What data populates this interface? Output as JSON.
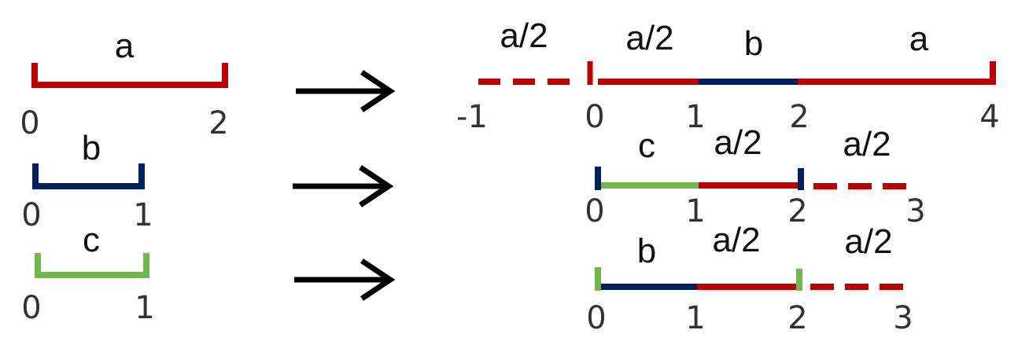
{
  "colors": {
    "a": "#c00000",
    "b": "#002060",
    "c": "#70b84a",
    "arrow": "#000000"
  },
  "left": {
    "a": {
      "label": "a",
      "ticks": [
        "0",
        "2"
      ]
    },
    "b": {
      "label": "b",
      "ticks": [
        "0",
        "1"
      ]
    },
    "c": {
      "label": "c",
      "ticks": [
        "0",
        "1"
      ]
    }
  },
  "right": {
    "row1": {
      "labels": [
        "a/2",
        "a/2",
        "b",
        "a"
      ],
      "ticks": [
        "-1",
        "0",
        "1",
        "2",
        "4"
      ]
    },
    "row2": {
      "labels": [
        "c",
        "a/2",
        "a/2"
      ],
      "ticks": [
        "0",
        "1",
        "2",
        "3"
      ]
    },
    "row3": {
      "labels": [
        "b",
        "a/2",
        "a/2"
      ],
      "ticks": [
        "0",
        "1",
        "2",
        "3"
      ]
    }
  }
}
